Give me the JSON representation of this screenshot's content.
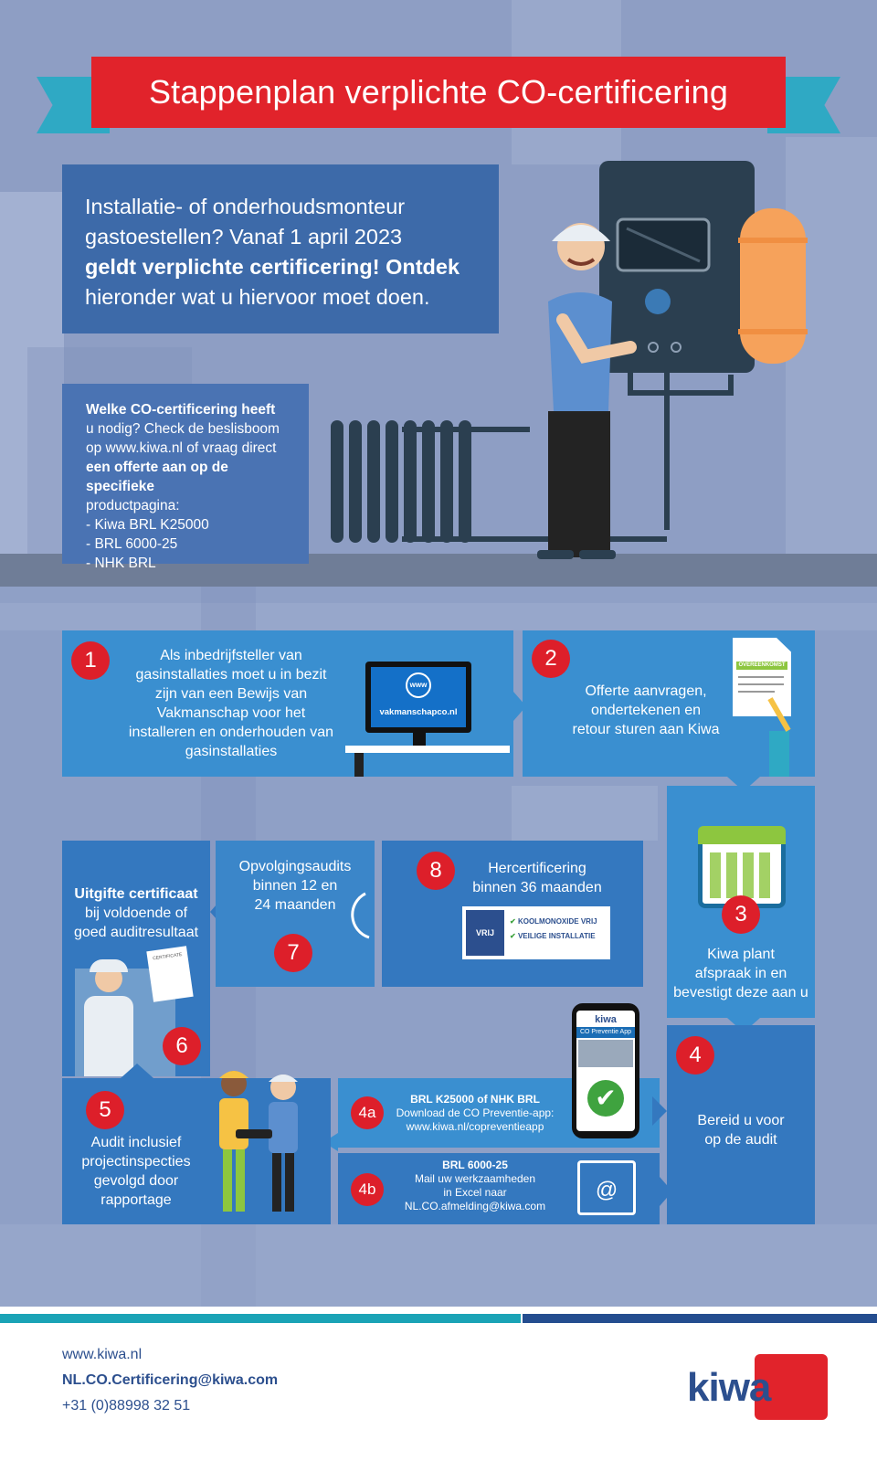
{
  "title": "Stappenplan verplichte CO-certificering",
  "intro": {
    "line1": "Installatie- of onderhoudsmonteur",
    "line2": "gastoestellen? Vanaf 1 april 2023",
    "line3": "geldt verplichte certificering! Ontdek",
    "line4": "hieronder wat u hiervoor moet doen."
  },
  "infobox": {
    "l1": "Welke CO-certificering heeft",
    "l2": "u nodig? Check de beslisboom",
    "l3": "op www.kiwa.nl of vraag direct",
    "l4": "een offerte aan op de specifieke",
    "l5": "productpagina:",
    "l6": "- Kiwa BRL K25000",
    "l7": "- BRL 6000-25",
    "l8": "- NHK BRL"
  },
  "steps": {
    "s1": {
      "num": "1",
      "l1": "Als inbedrijfsteller van",
      "l2": "gasinstallaties moet u in bezit",
      "l3": "zijn van een Bewijs van",
      "l4": "Vakmanschap voor het",
      "l5": "installeren en onderhouden van",
      "l6": "gasinstallaties",
      "screen": "vakmanschapco.nl",
      "www": "www"
    },
    "s2": {
      "num": "2",
      "l1": "Offerte aanvragen,",
      "l2": "ondertekenen en",
      "l3": "retour sturen aan Kiwa",
      "doc": "OVEREENKOMST"
    },
    "s3": {
      "num": "3",
      "l1": "Kiwa plant",
      "l2": "afspraak in en",
      "l3": "bevestigt deze aan u"
    },
    "s4": {
      "num": "4",
      "l1": "Bereid u voor",
      "l2": "op de audit"
    },
    "s4a": {
      "num": "4a",
      "l1": "BRL K25000 of NHK BRL",
      "l2": "Download de CO Preventie-app:",
      "l3": "www.kiwa.nl/copreventieapp",
      "app_brand": "kiwa",
      "app_title": "CO Preventie App"
    },
    "s4b": {
      "num": "4b",
      "l1": "BRL 6000-25",
      "l2": "Mail uw werkzaamheden",
      "l3": "in Excel naar",
      "l4": "NL.CO.afmelding@kiwa.com"
    },
    "s5": {
      "num": "5",
      "l1": "Audit inclusief",
      "l2": "projectinspecties",
      "l3": "gevolgd door",
      "l4": "rapportage"
    },
    "s6": {
      "num": "6",
      "l1": "Uitgifte certificaat",
      "l2": "bij voldoende of",
      "l3": "goed auditresultaat",
      "doc": "CERTIFICATE"
    },
    "s7": {
      "num": "7",
      "l1": "Opvolgingsaudits",
      "l2": "binnen 12 en",
      "l3": "24 maanden"
    },
    "s8": {
      "num": "8",
      "l1": "Hercertificering",
      "l2": "binnen 36 maanden",
      "badge1": "KOOLMONOXIDE VRIJ",
      "badge2": "VEILIGE INSTALLATIE",
      "badge_short": "VRIJ"
    }
  },
  "footer": {
    "web": "www.kiwa.nl",
    "email": "NL.CO.Certificering@kiwa.com",
    "phone": "+31 (0)88998 32 51",
    "logo": "kiwa"
  },
  "colors": {
    "red": "#dd1f2a",
    "blue": "#3a8fd0",
    "navy": "#2c4f8e",
    "teal": "#1aa3b6"
  }
}
